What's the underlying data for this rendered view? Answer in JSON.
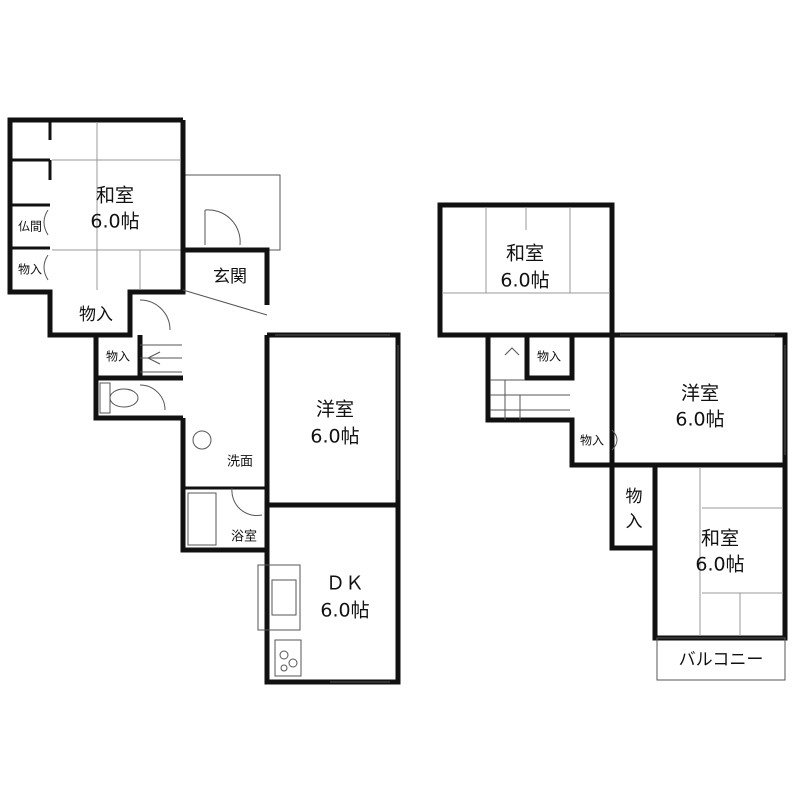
{
  "floor1": {
    "washitsu_name": "和室",
    "washitsu_size": "6.0帖",
    "butsuma": "仏間",
    "monoire_small_1": "物入",
    "monoire_large": "物入",
    "genkan": "玄関",
    "monoire_small_2": "物入",
    "yoshitsu_name": "洋室",
    "yoshitsu_size": "6.0帖",
    "senmen": "洗面",
    "yokushitsu": "浴室",
    "dk_name": "ＤＫ",
    "dk_size": "6.0帖"
  },
  "floor2": {
    "washitsu_top_name": "和室",
    "washitsu_top_size": "6.0帖",
    "monoire_stair": "物入",
    "yoshitsu_name": "洋室",
    "yoshitsu_size": "6.0帖",
    "monoire_small": "物入",
    "monoire_vertical_1": "物",
    "monoire_vertical_2": "入",
    "washitsu_bottom_name": "和室",
    "washitsu_bottom_size": "6.0帖",
    "balcony": "バルコニー"
  }
}
